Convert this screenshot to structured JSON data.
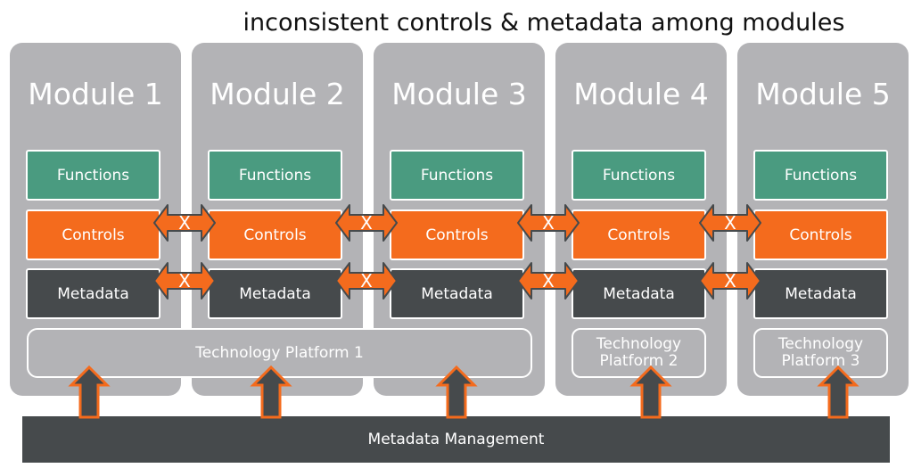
{
  "title": "inconsistent controls & metadata among modules",
  "modules": [
    {
      "name": "Module 1",
      "functions": "Functions",
      "controls": "Controls",
      "metadata": "Metadata"
    },
    {
      "name": "Module 2",
      "functions": "Functions",
      "controls": "Controls",
      "metadata": "Metadata"
    },
    {
      "name": "Module 3",
      "functions": "Functions",
      "controls": "Controls",
      "metadata": "Metadata"
    },
    {
      "name": "Module 4",
      "functions": "Functions",
      "controls": "Controls",
      "metadata": "Metadata"
    },
    {
      "name": "Module 5",
      "functions": "Functions",
      "controls": "Controls",
      "metadata": "Metadata"
    }
  ],
  "platforms": {
    "p1": "Technology Platform 1",
    "p2_line1": "Technology",
    "p2_line2": "Platform 2",
    "p3_line1": "Technology",
    "p3_line2": "Platform 3"
  },
  "connector_mark": "X",
  "metadata_management": "Metadata Management",
  "colors": {
    "module_bg": "#b3b3b6",
    "functions": "#4a9b80",
    "controls": "#f46b1d",
    "metadata": "#464a4c",
    "arrow_fill": "#464a4c",
    "arrow_outline": "#f46b1d"
  }
}
